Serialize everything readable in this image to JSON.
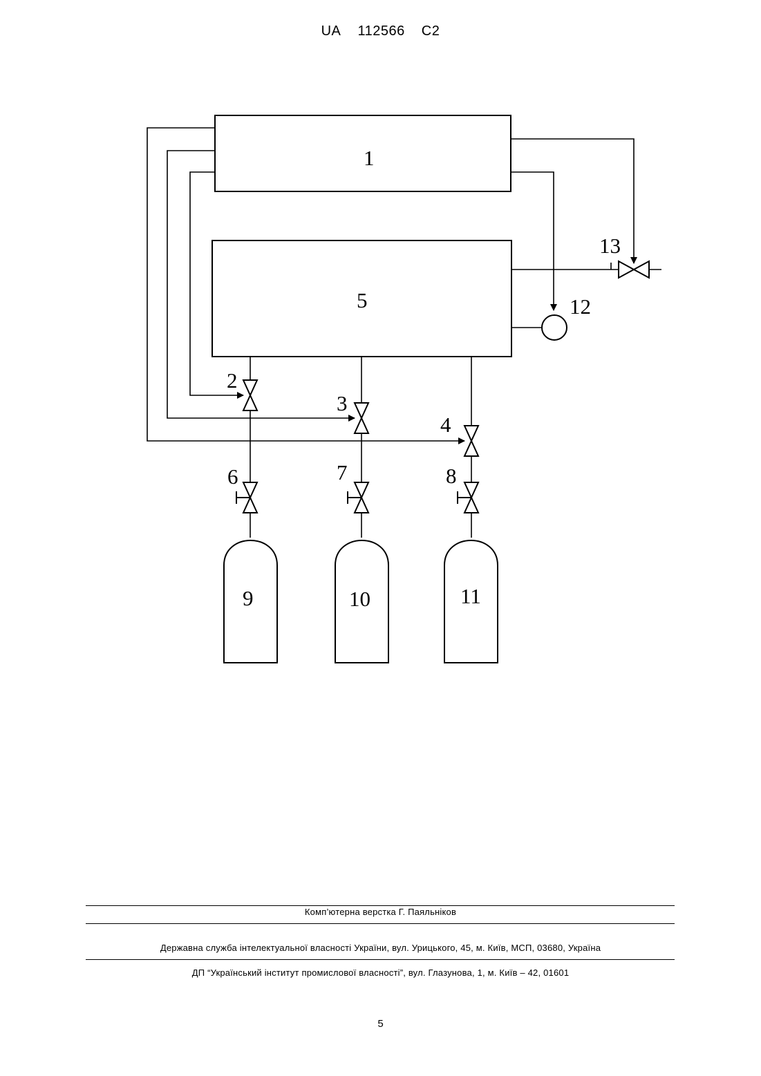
{
  "header": {
    "country": "UA",
    "number": "112566",
    "kind": "C2"
  },
  "diagram": {
    "labels": {
      "unit_1": "1",
      "unit_5": "5",
      "valve_2": "2",
      "valve_3": "3",
      "valve_4": "4",
      "valve_6": "6",
      "valve_7": "7",
      "valve_8": "8",
      "cylinder_9": "9",
      "cylinder_10": "10",
      "cylinder_11": "11",
      "gauge_12": "12",
      "valve_13": "13"
    }
  },
  "footer": {
    "typesetting": "Комп’ютерна верстка Г. Паяльніков",
    "agency": "Державна служба інтелектуальної власності України, вул. Урицького, 45, м. Київ, МСП, 03680, Україна",
    "institute": "ДП “Український інститут промислової власності”, вул. Глазунова, 1, м. Київ – 42, 01601"
  },
  "page_number": "5"
}
